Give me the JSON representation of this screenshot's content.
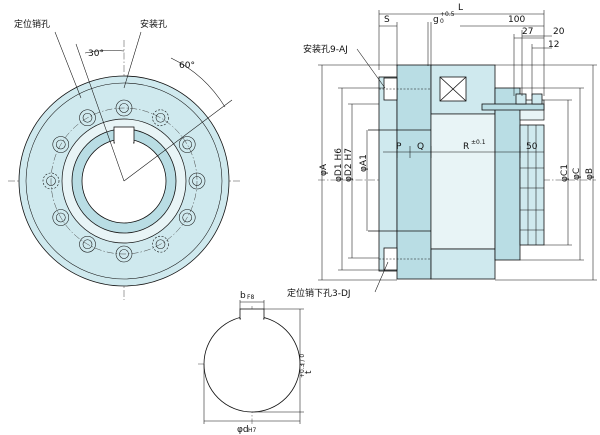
{
  "front_view": {
    "dowel_hole_label": "定位销孔",
    "mount_hole_label": "安装孔",
    "angle_a": "30°",
    "angle_b": "60°"
  },
  "side_view": {
    "mount_hole_label": "安装孔9-AJ",
    "dowel_hole_label": "定位销下孔3-DJ",
    "dim_L": "L",
    "dim_S": "S",
    "dim_g": "g",
    "dim_g_tol": "+0.5",
    "dim_g_tol_lower": "0",
    "dim_100": "100",
    "dim_27": "27",
    "dim_20": "20",
    "dim_12": "12",
    "dim_P": "P",
    "dim_Q": "Q",
    "dim_R": "R",
    "dim_R_tol": "±0.1",
    "dim_50": "50",
    "dia_A": "φA",
    "dia_D1": "φD1 H6",
    "dia_D2": "φD2 H7",
    "dia_A1": "φA1",
    "dia_C1": "φC1",
    "dia_C": "φC",
    "dia_B": "φB"
  },
  "keyway_view": {
    "dim_b": "b",
    "dim_b_tol": "F8",
    "dim_t": "t",
    "dim_t_tol": "+0.3 / 0",
    "dim_d": "φd",
    "dim_d_tol": "H7"
  }
}
